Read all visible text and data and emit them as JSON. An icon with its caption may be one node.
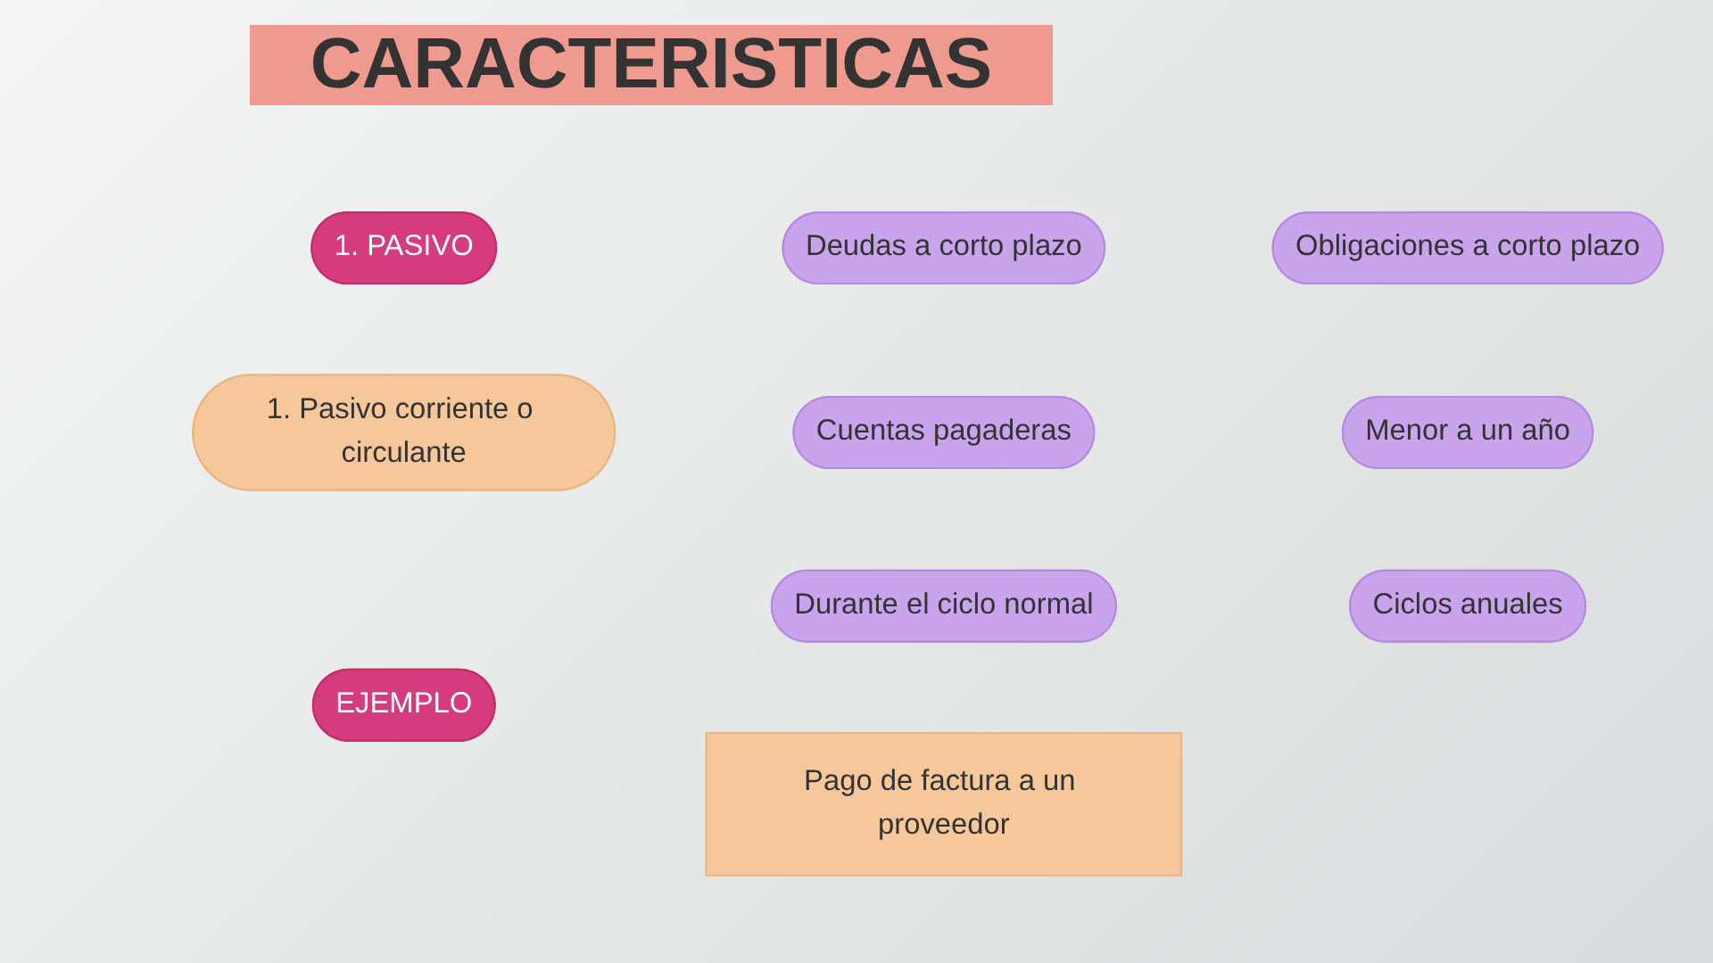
{
  "diagram": {
    "title": "CARACTERISTICAS",
    "nodes": [
      {
        "text": [
          "1. PASIVO"
        ]
      },
      {
        "text": [
          "Deudas a corto plazo"
        ]
      },
      {
        "text": [
          "Obligaciones a corto plazo"
        ]
      },
      {
        "text": [
          "1. Pasivo corriente o circulante"
        ]
      },
      {
        "text": [
          "Cuentas pagaderas"
        ]
      },
      {
        "text": [
          "Menor a un año"
        ]
      },
      {
        "text": [
          "Durante el ciclo normal"
        ]
      },
      {
        "text": [
          "Ciclos anuales"
        ]
      },
      {
        "text": [
          "EJEMPLO"
        ]
      },
      {
        "text": [
          "Pago de factura a un proveedor"
        ]
      }
    ],
    "edges": []
  }
}
